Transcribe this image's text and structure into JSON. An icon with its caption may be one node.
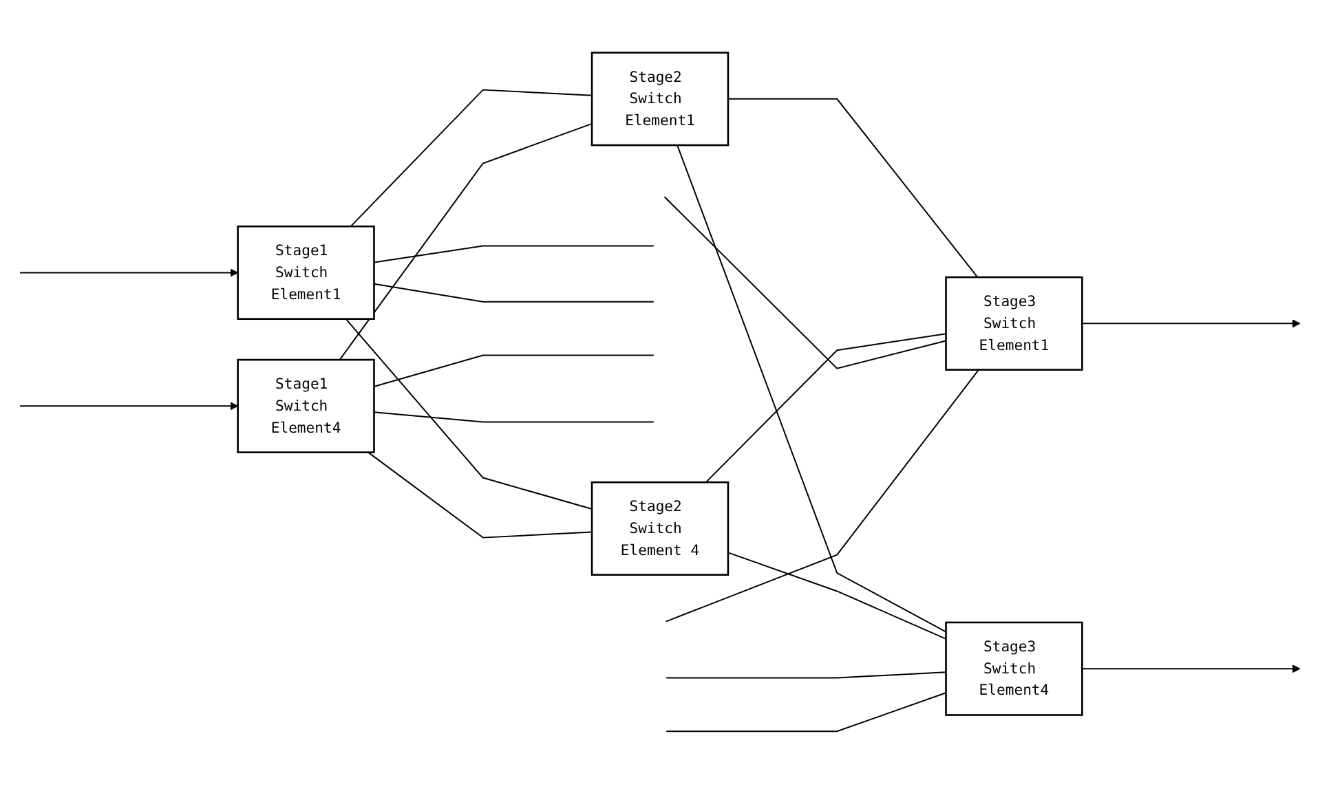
{
  "diagram": {
    "nodes": [
      {
        "text": [
          "Stage1 Switch Element1"
        ]
      },
      {
        "text": [
          "Stage2 Switch Element1"
        ]
      },
      {
        "text": [
          "Stage3 Switch Element1"
        ]
      },
      {
        "text": [
          "Stage1 Switch Element4"
        ]
      },
      {
        "text": [
          "Stage2 Switch Element 4"
        ]
      },
      {
        "text": [
          "Stage3 Switch Element4"
        ]
      }
    ],
    "edges": [
      {
        "from": null,
        "to": 0,
        "arrow": "to"
      },
      {
        "from": null,
        "to": 3,
        "arrow": "to"
      },
      {
        "from": 0,
        "to": 1,
        "arrow": "none"
      },
      {
        "from": 0,
        "to": null,
        "arrow": "none"
      },
      {
        "from": 0,
        "to": null,
        "arrow": "none"
      },
      {
        "from": 0,
        "to": 4,
        "arrow": "none"
      },
      {
        "from": 3,
        "to": 1,
        "arrow": "none"
      },
      {
        "from": 3,
        "to": null,
        "arrow": "none"
      },
      {
        "from": 3,
        "to": null,
        "arrow": "none"
      },
      {
        "from": 3,
        "to": 4,
        "arrow": "none"
      },
      {
        "from": 1,
        "to": 2,
        "arrow": "none"
      },
      {
        "from": 1,
        "to": 5,
        "arrow": "none"
      },
      {
        "from": 4,
        "to": 2,
        "arrow": "none"
      },
      {
        "from": 4,
        "to": 5,
        "arrow": "none"
      },
      {
        "from": null,
        "to": 2,
        "arrow": "none"
      },
      {
        "from": null,
        "to": 2,
        "arrow": "none"
      },
      {
        "from": null,
        "to": 5,
        "arrow": "none"
      },
      {
        "from": null,
        "to": 5,
        "arrow": "none"
      },
      {
        "from": 2,
        "to": null,
        "arrow": "to"
      },
      {
        "from": 5,
        "to": null,
        "arrow": "to"
      }
    ]
  }
}
